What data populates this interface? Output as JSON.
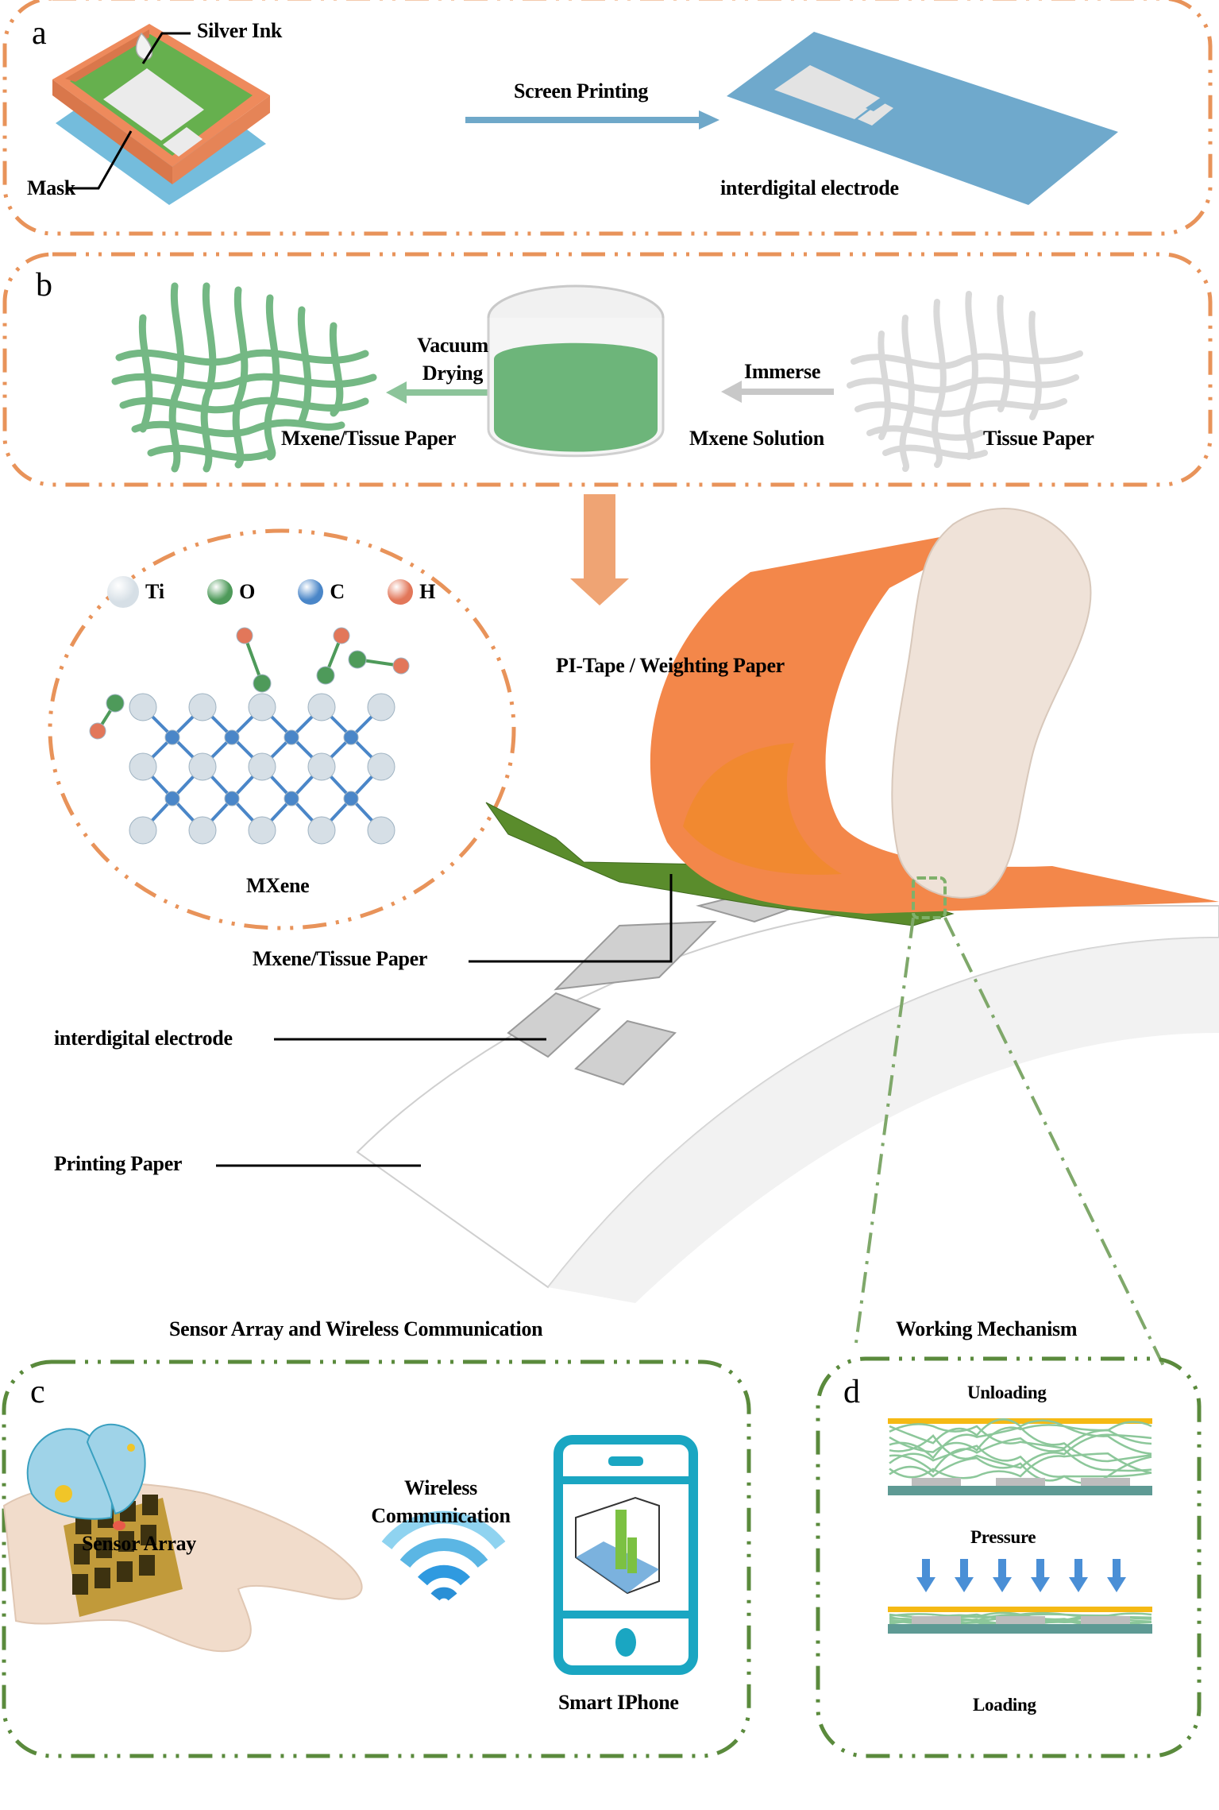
{
  "colors": {
    "orange_border": "#e8935a",
    "green_border": "#5a8a3c",
    "blue_arrow": "#6fa8c9",
    "green_arrow": "#8cc49a",
    "gray_arrow": "#c8c8c8",
    "mxene_green": "#6db57a",
    "substrate_blue": "#6fa9cc",
    "tape_orange": "#f3874a",
    "phone_teal": "#1aa6c2",
    "electrode_gray": "#bdbdbd",
    "top_layer_yellow": "#f5b914",
    "bottom_layer_teal": "#5e9a94",
    "pressure_arrow_blue": "#4a8fd6"
  },
  "panel_a": {
    "letter": "a",
    "silver_ink_label": "Silver Ink",
    "mask_label": "Mask",
    "process_label": "Screen Printing",
    "result_label": "interdigital electrode"
  },
  "panel_b": {
    "letter": "b",
    "vacuum_label_line1": "Vacuum",
    "vacuum_label_line2": "Drying",
    "immerse_label": "Immerse",
    "mxene_tissue_label": "Mxene/Tissue Paper",
    "solution_label": "Mxene Solution",
    "tissue_label": "Tissue Paper"
  },
  "mxene_structure": {
    "title": "MXene",
    "legend": [
      {
        "symbol": "Ti",
        "color": "#d6dfe6"
      },
      {
        "symbol": "O",
        "color": "#4e9a5a"
      },
      {
        "symbol": "C",
        "color": "#4a86c8"
      },
      {
        "symbol": "H",
        "color": "#e2775a"
      }
    ]
  },
  "device": {
    "pi_tape_label": "PI-Tape / Weighting Paper",
    "mxene_tissue_label": "Mxene/Tissue Paper",
    "electrode_label": "interdigital electrode",
    "printing_paper_label": "Printing Paper"
  },
  "section_titles": {
    "sensor_array": "Sensor Array and Wireless Communication",
    "working_mechanism": "Working Mechanism"
  },
  "panel_c": {
    "letter": "c",
    "sensor_label": "Sensor Array",
    "wireless_line1": "Wireless",
    "wireless_line2": "Communication",
    "phone_label": "Smart IPhone"
  },
  "panel_d": {
    "letter": "d",
    "unloading_label": "Unloading",
    "pressure_label": "Pressure",
    "loading_label": "Loading",
    "pressure_arrow_count": 6
  }
}
